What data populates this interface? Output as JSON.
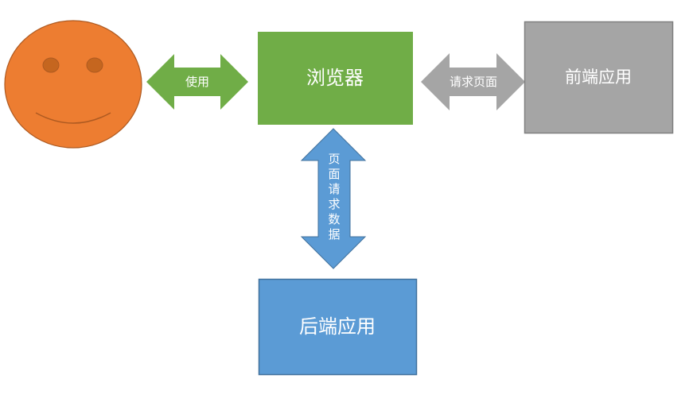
{
  "nodes": {
    "browser": {
      "label": "浏览器",
      "color": "#70AD47"
    },
    "frontend": {
      "label": "前端应用",
      "color": "#A5A5A5"
    },
    "backend": {
      "label": "后端应用",
      "color": "#5B9BD5"
    },
    "user": {
      "label": "",
      "color": "#ED7D31"
    }
  },
  "edges": {
    "use": {
      "label": "使用",
      "color": "#70AD47"
    },
    "request_page": {
      "label": "请求页面",
      "color": "#A5A5A5"
    },
    "page_request_data": {
      "label": "页面请求数据",
      "color": "#5B9BD5"
    }
  },
  "icons": {
    "user": "smiley-face-icon"
  }
}
